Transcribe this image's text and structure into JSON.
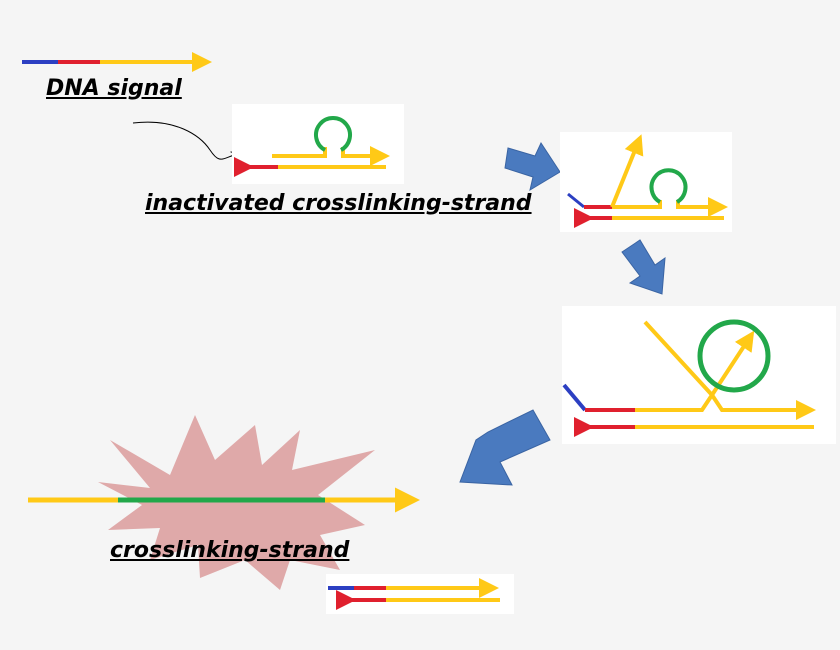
{
  "labels": {
    "dna_signal": "DNA signal",
    "inactivated_strand": "inactivated crosslinking-strand",
    "crosslinking_strand": "crosslinking-strand"
  },
  "colors": {
    "strand_yellow": "#ffc917",
    "signal_blue": "#2c3fc2",
    "signal_red": "#e0202e",
    "hairpin_green": "#22a84a",
    "flow_arrow": "#4a7abf",
    "burst_pink": "#dfa9a9",
    "panel_white": "#ffffff",
    "background": "#f5f5f5"
  },
  "icons": {
    "flow_arrow": "block-arrow",
    "crosslink_burst": "starburst"
  }
}
